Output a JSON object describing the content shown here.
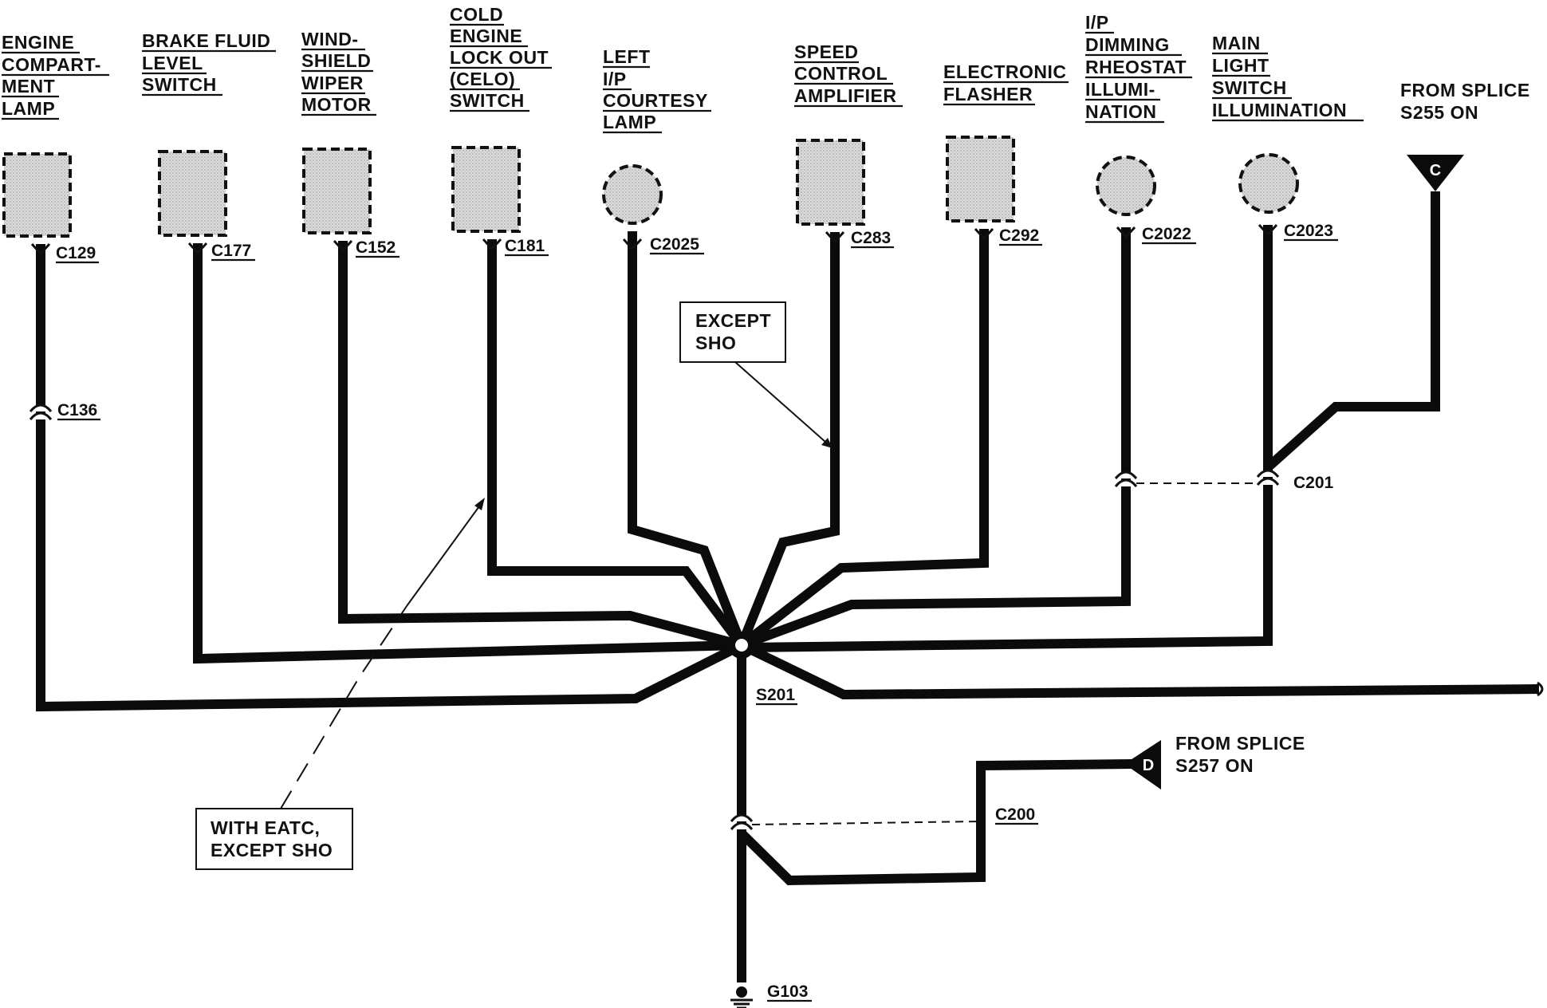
{
  "components": [
    {
      "id": "engine_lamp",
      "lines": [
        "ENGINE",
        "COMPART-",
        "MENT",
        "LAMP"
      ],
      "connector": "C129",
      "shape": "rect"
    },
    {
      "id": "brake_fluid",
      "lines": [
        "BRAKE FLUID",
        "LEVEL",
        "SWITCH"
      ],
      "connector": "C177",
      "shape": "rect"
    },
    {
      "id": "wiper_motor",
      "lines": [
        "WIND-",
        "SHIELD",
        "WIPER",
        "MOTOR"
      ],
      "connector": "C152",
      "shape": "rect"
    },
    {
      "id": "celo_switch",
      "lines": [
        "COLD",
        "ENGINE",
        "LOCK OUT",
        "(CELO)",
        "SWITCH"
      ],
      "connector": "C181",
      "shape": "rect"
    },
    {
      "id": "courtesy_lamp",
      "lines": [
        "LEFT",
        "I/P",
        "COURTESY",
        "LAMP"
      ],
      "connector": "C2025",
      "shape": "circle"
    },
    {
      "id": "speed_control",
      "lines": [
        "SPEED",
        "CONTROL",
        "AMPLIFIER"
      ],
      "connector": "C283",
      "shape": "rect"
    },
    {
      "id": "flasher",
      "lines": [
        "ELECTRONIC",
        "FLASHER"
      ],
      "connector": "C292",
      "shape": "rect"
    },
    {
      "id": "dimming_rheostat",
      "lines": [
        "I/P",
        "DIMMING",
        "RHEOSTAT",
        "ILLUMI-",
        "NATION"
      ],
      "connector": "C2022",
      "shape": "circle"
    },
    {
      "id": "main_light_switch",
      "lines": [
        "MAIN",
        "LIGHT",
        "SWITCH",
        "ILLUMINATION"
      ],
      "connector": "C2023",
      "shape": "circle"
    }
  ],
  "splice_c": {
    "marker": "C",
    "lines": [
      "FROM SPLICE",
      "S255 ON"
    ]
  },
  "splice_d": {
    "marker": "D",
    "lines": [
      "FROM SPLICE",
      "S257 ON"
    ]
  },
  "connectors": {
    "c136": "C136",
    "c201": "C201",
    "c200": "C200"
  },
  "splice_label": "S201",
  "ground_label": "G103",
  "notes": {
    "except_sho": [
      "EXCEPT",
      "SHO"
    ],
    "with_eatc": [
      "WITH EATC,",
      "EXCEPT SHO"
    ]
  }
}
